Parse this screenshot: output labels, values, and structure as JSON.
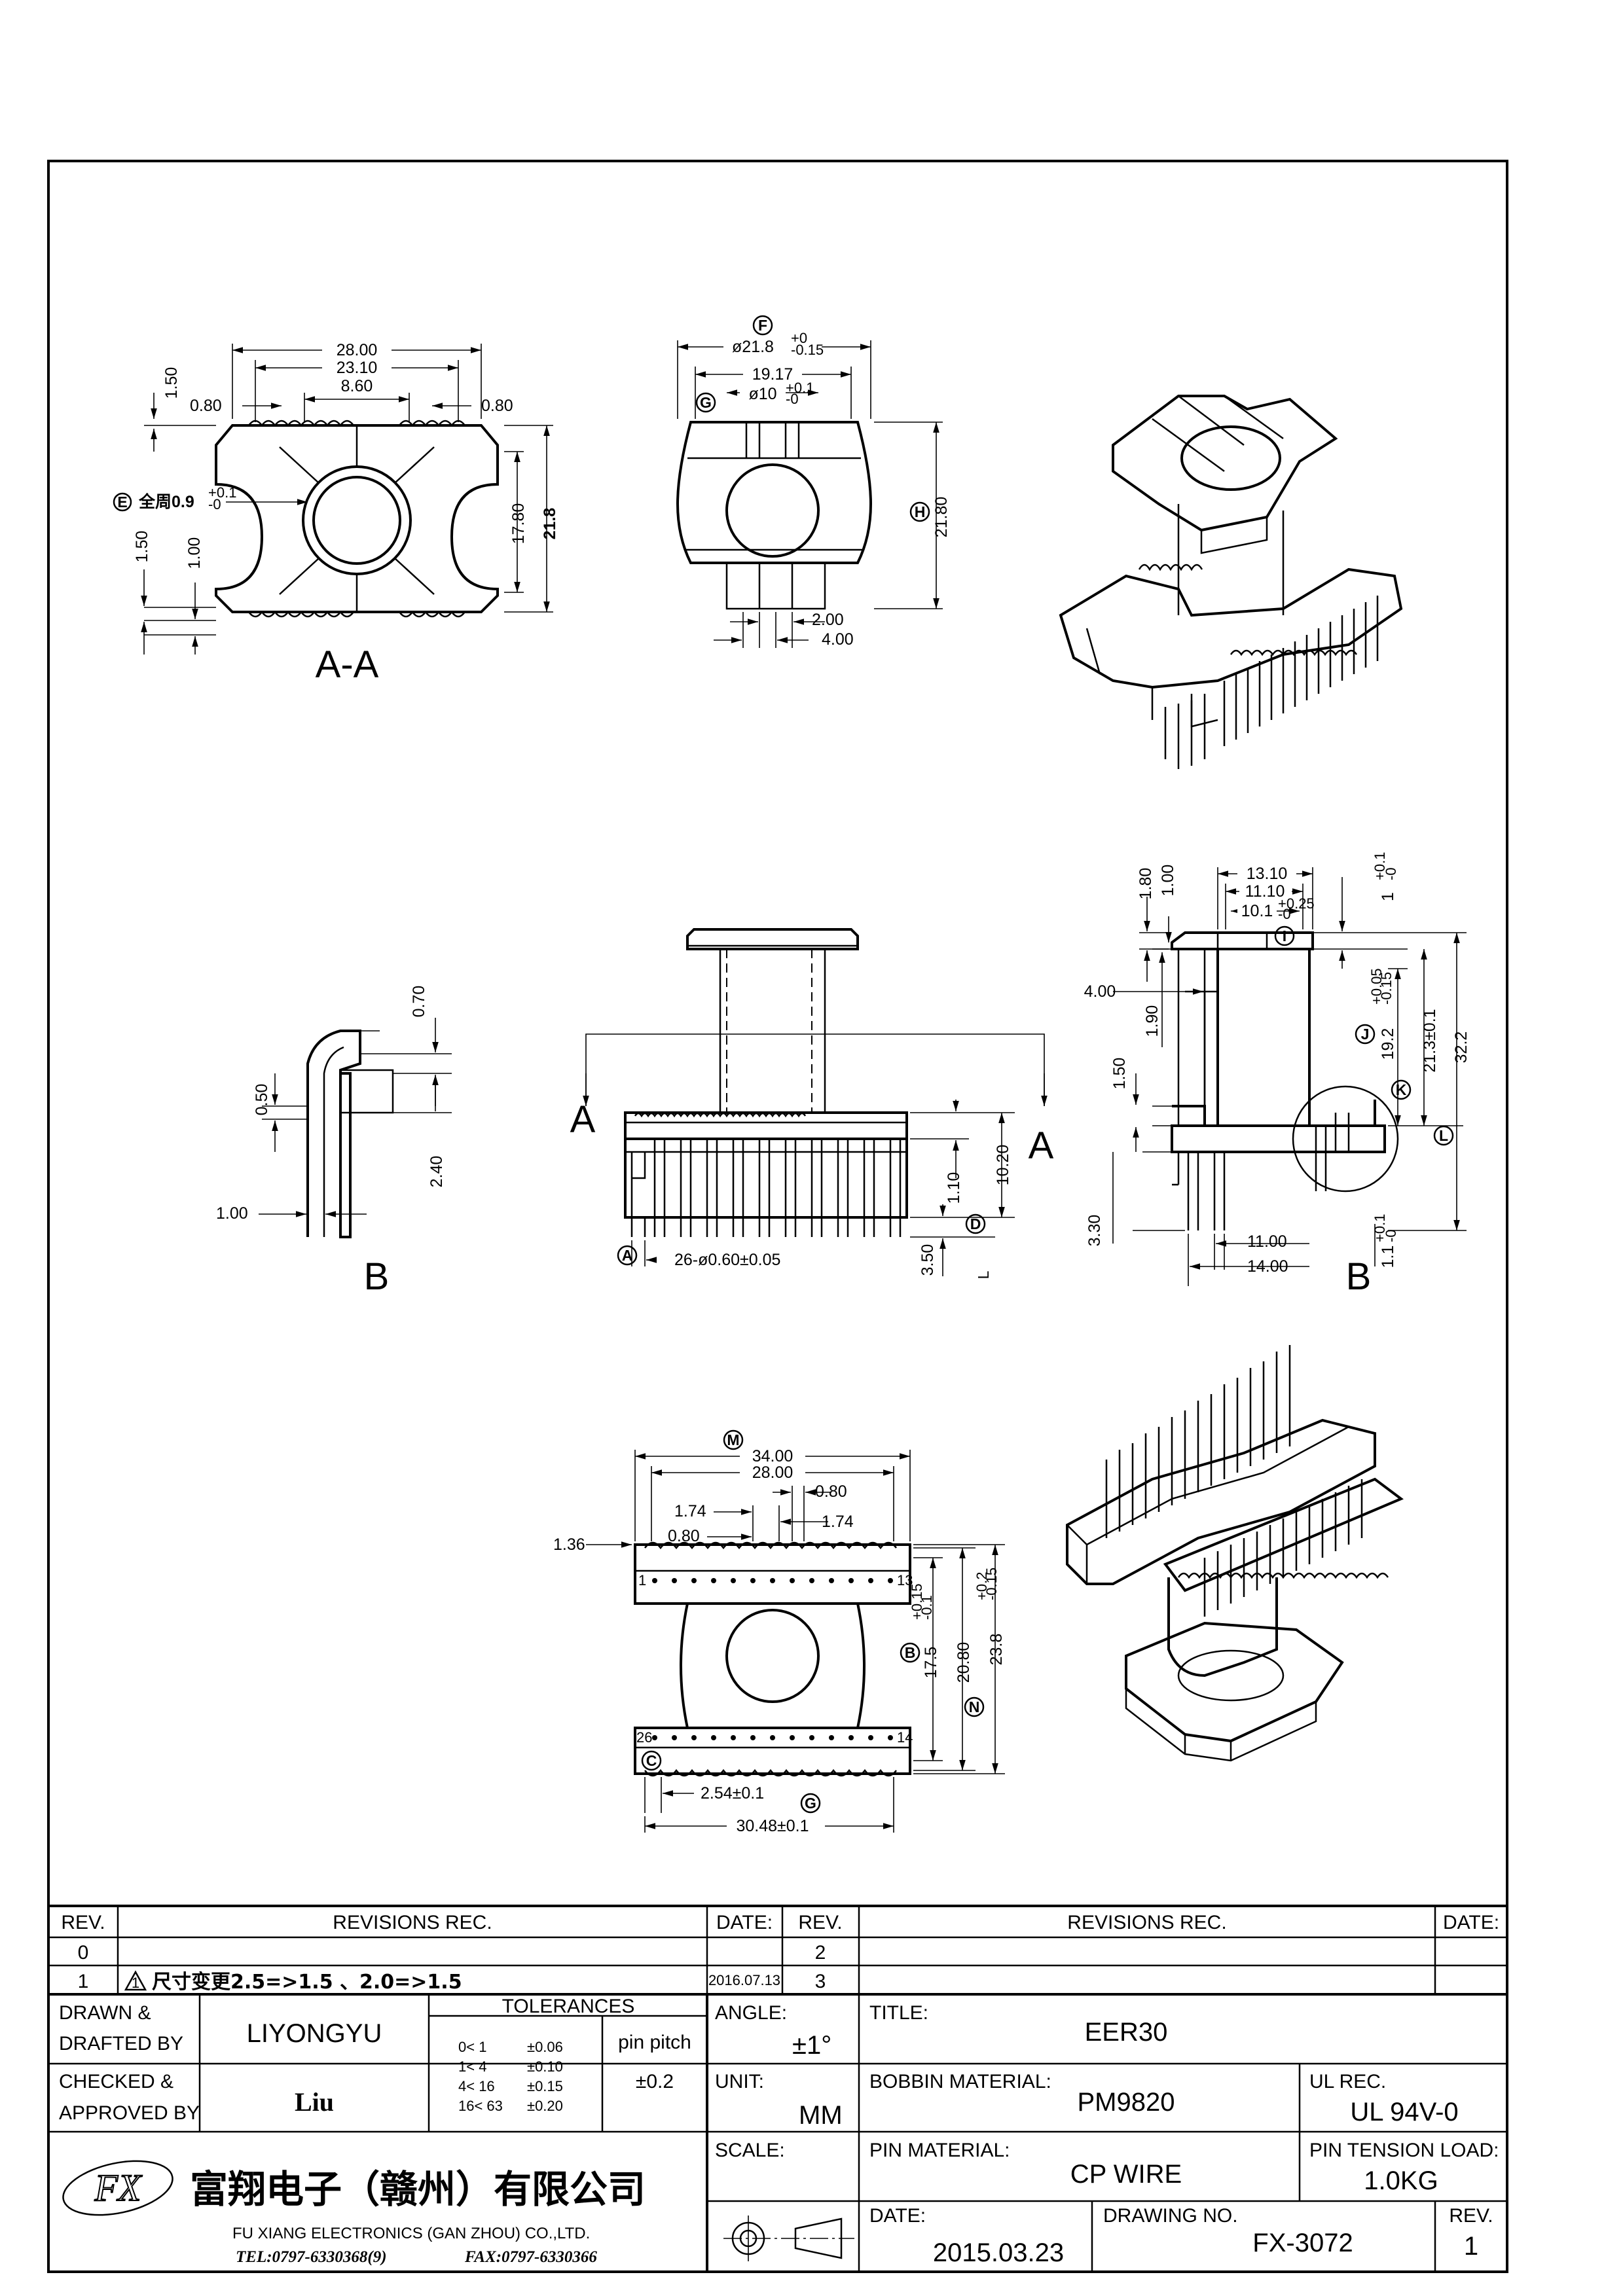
{
  "drawing": {
    "views": {
      "section_aa": {
        "label": "A-A",
        "dims": [
          "28.00",
          "23.10",
          "8.60",
          "0.80",
          "0.80",
          "1.50",
          "1.50",
          "1.00",
          "17.80",
          "21.8"
        ],
        "balloon": "E",
        "note": "全周0.9",
        "note_tol": [
          "+0.1",
          "-0"
        ]
      },
      "end_view": {
        "balloons": [
          "F",
          "G",
          "H"
        ],
        "dims": [
          "ø21.8",
          "19.17",
          "ø10",
          "21.80",
          "2.00",
          "4.00"
        ],
        "tol_f": [
          "+0",
          "-0.15"
        ],
        "tol_g": [
          "+0.1",
          "-0"
        ]
      },
      "detail_b_left": {
        "label": "B",
        "dims": [
          "0.70",
          "0.50",
          "2.40",
          "1.00"
        ]
      },
      "front_view": {
        "section_marks": [
          "A",
          "A"
        ],
        "dims": [
          "10.20",
          "1.10",
          "3.50",
          "26-ø0.60±0.05"
        ],
        "balloons": [
          "A",
          "D"
        ],
        "small_label": "L"
      },
      "side_view": {
        "label": "B",
        "dims": [
          "13.10",
          "11.10",
          "10.1",
          "1.80",
          "1.00",
          "1",
          "4.00",
          "1.90",
          "1.50",
          "19.2",
          "21.3±0.1",
          "32.2",
          "3.30",
          "11.00",
          "14.00",
          "1.1"
        ],
        "tol_i": [
          "+0.25",
          "-0"
        ],
        "tol_top": [
          "+0.1",
          "-0"
        ],
        "tol_j": [
          "+0.05",
          "-0.15"
        ],
        "tol_bot": [
          "+0.1",
          "-0"
        ],
        "balloons": [
          "I",
          "J",
          "K",
          "L"
        ]
      },
      "bottom_view": {
        "dims": [
          "34.00",
          "28.00",
          "0.80",
          "1.74",
          "1.74",
          "0.80",
          "1.36",
          "17.5",
          "20.80",
          "23.8",
          "2.54±0.1",
          "30.48±0.1"
        ],
        "tol_b": [
          "+0.15",
          "-0.1"
        ],
        "tol_n": [
          "+0.2",
          "-0.15"
        ],
        "balloons": [
          "M",
          "B",
          "N",
          "C",
          "G"
        ],
        "pin_labels": [
          "1",
          "13",
          "26",
          "14"
        ]
      }
    }
  },
  "revisions": {
    "header": {
      "rev": "REV.",
      "rec": "REVISIONS    REC.",
      "date": "DATE:"
    },
    "left_rows": [
      {
        "rev": "0",
        "text": "",
        "date": ""
      },
      {
        "rev": "1",
        "flag": "1",
        "text": "尺寸变更2.5=>1.5 、2.0=>1.5",
        "date": "2016.07.13"
      }
    ],
    "right_rows": [
      {
        "rev": "2",
        "text": "",
        "date": ""
      },
      {
        "rev": "3",
        "text": "",
        "date": ""
      }
    ]
  },
  "title_block": {
    "drawn_label_1": "DRAWN  &",
    "drawn_label_2": "DRAFTED  BY",
    "drawn_by": "LIYONGYU",
    "checked_label_1": "CHECKED  &",
    "checked_label_2": "APPROVED  BY",
    "checked_by": "Liu",
    "tolerances_label": "TOLERANCES",
    "tolerance_rows": [
      {
        "range": "0<  1",
        "tol": "±0.06"
      },
      {
        "range": "1<  4",
        "tol": "±0.10"
      },
      {
        "range": "4<  16",
        "tol": "±0.15"
      },
      {
        "range": "16<  63",
        "tol": "±0.20"
      }
    ],
    "pin_pitch_label": "pin  pitch",
    "pin_pitch_tol": "±0.2",
    "angle_label": "ANGLE:",
    "angle_value": "±1°",
    "unit_label": "UNIT:",
    "unit_value": "MM",
    "scale_label": "SCALE:",
    "title_label": "TITLE:",
    "title_value": "EER30",
    "bobbin_material_label": "BOBBIN  MATERIAL:",
    "bobbin_material": "PM9820",
    "ul_rec_label": "UL  REC.",
    "ul_rec": "UL  94V-0",
    "pin_material_label": "PIN  MATERIAL:",
    "pin_material": "CP  WIRE",
    "pin_tension_label": "PIN  TENSION  LOAD:",
    "pin_tension": "1.0KG",
    "date_label": "DATE:",
    "date": "2015.03.23",
    "drawing_no_label": "DRAWING  NO.",
    "drawing_no": "FX-3072",
    "rev_label": "REV.",
    "rev": "1",
    "company_cn": "富翔电子（赣州）有限公司",
    "company_en": "FU XIANG ELECTRONICS (GAN ZHOU) CO.,LTD.",
    "tel": "TEL:0797-6330368(9)",
    "fax": "FAX:0797-6330366",
    "logo_text": "FX"
  }
}
